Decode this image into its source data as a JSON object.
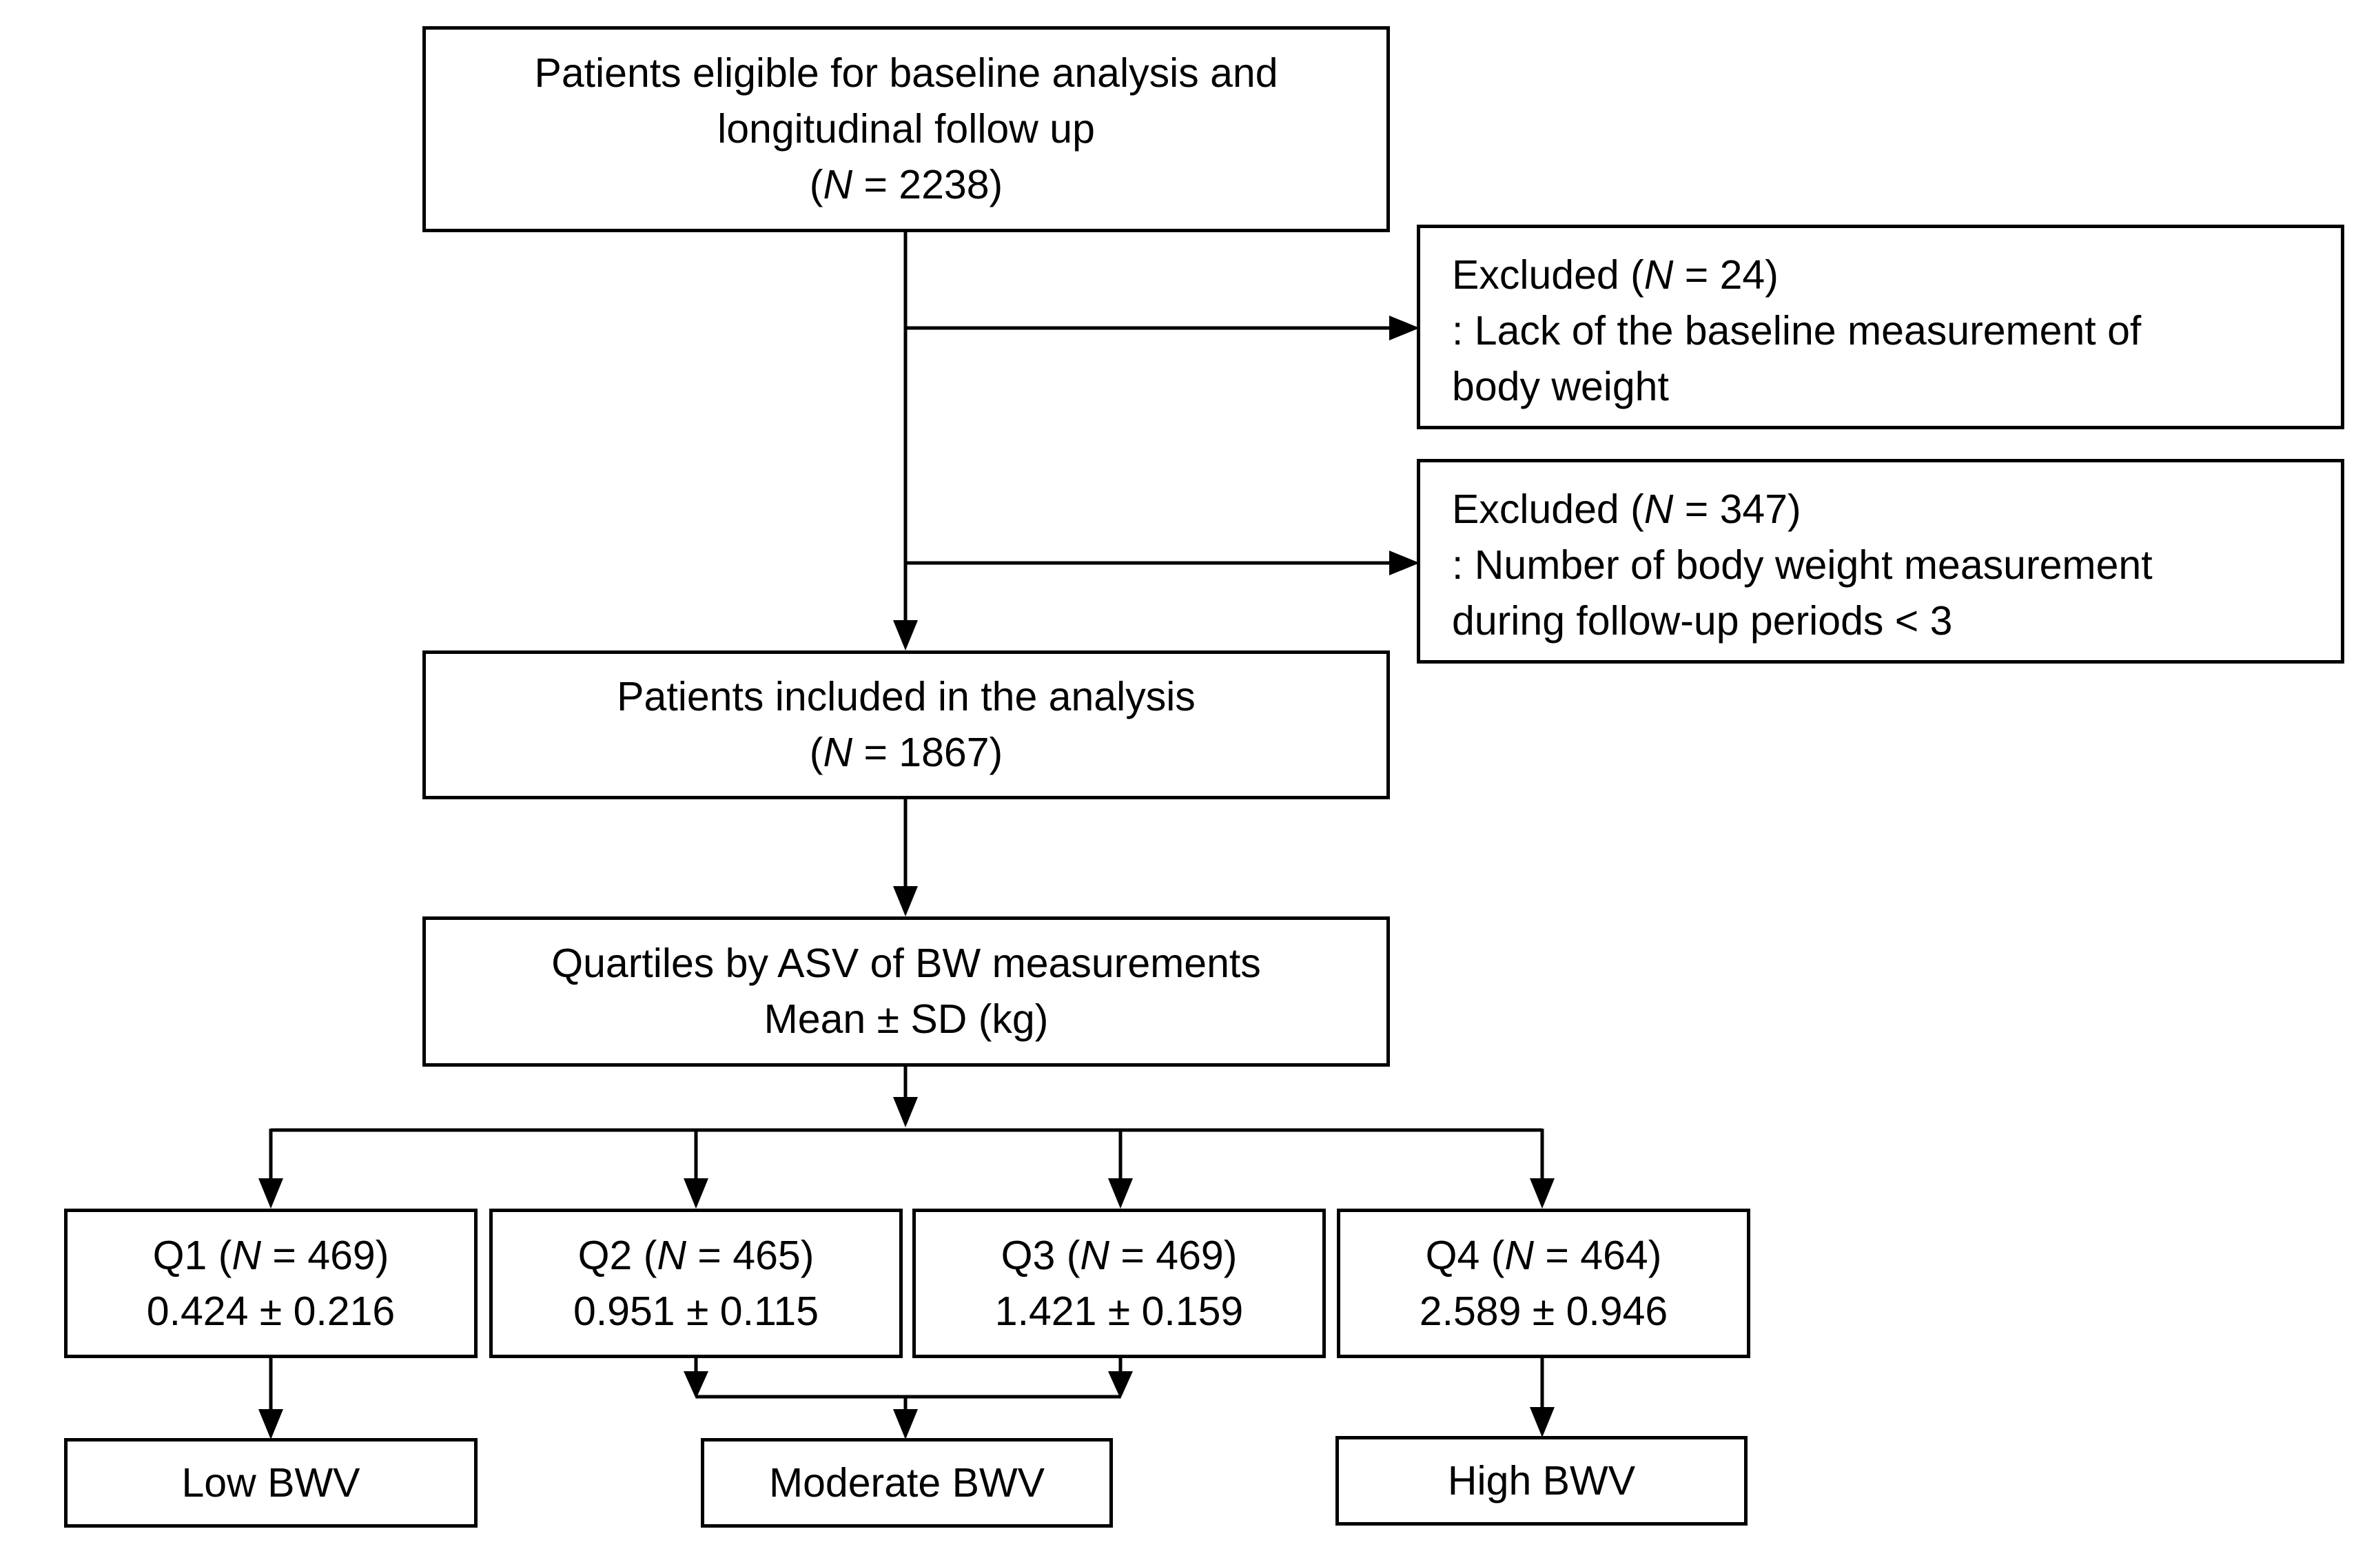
{
  "eligible": {
    "line1": "Patients eligible for baseline analysis and",
    "line2": "longitudinal follow up",
    "count_open": "(",
    "n": "N",
    "count_rest": " = 2238)"
  },
  "excluded1": {
    "head_pre": "Excluded (",
    "n": "N",
    "head_post": " = 24)",
    "reason1": ": Lack of the baseline measurement of",
    "reason2": "body weight"
  },
  "excluded2": {
    "head_pre": "Excluded (",
    "n": "N",
    "head_post": " = 347)",
    "reason1": ": Number of body weight measurement",
    "reason2": "during follow-up periods < 3"
  },
  "included": {
    "line1": "Patients included in the analysis",
    "count_open": "(",
    "n": "N",
    "count_rest": " = 1867)"
  },
  "quartiles_box": {
    "line1": "Quartiles by ASV of BW measurements",
    "line2": "Mean ± SD (kg)"
  },
  "quartiles": [
    {
      "label_pre": "Q1 (",
      "n": "N",
      "label_post": " = 469)",
      "stats": "0.424 ± 0.216"
    },
    {
      "label_pre": "Q2 (",
      "n": "N",
      "label_post": " = 465)",
      "stats": "0.951 ± 0.115"
    },
    {
      "label_pre": "Q3 (",
      "n": "N",
      "label_post": " = 469)",
      "stats": "1.421 ± 0.159"
    },
    {
      "label_pre": "Q4 (",
      "n": "N",
      "label_post": " = 464)",
      "stats": "2.589 ± 0.946"
    }
  ],
  "groups": {
    "low": "Low BWV",
    "moderate": "Moderate BWV",
    "high": "High BWV"
  }
}
